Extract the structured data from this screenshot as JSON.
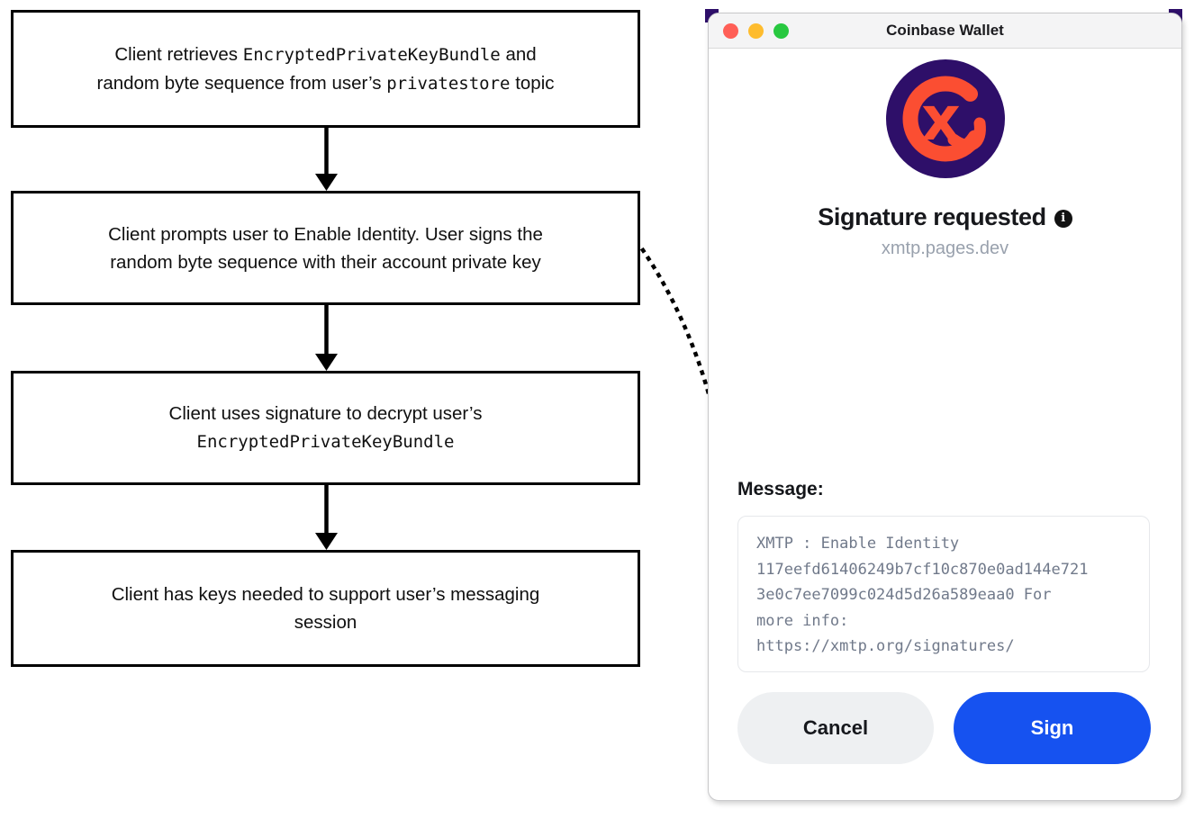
{
  "colors": {
    "accent_blue": "#1652f0",
    "logo_purple": "#2e0f69",
    "logo_orange": "#fb4e32",
    "tl_red": "#ff5f57",
    "tl_yellow": "#febc2e",
    "tl_green": "#28c840",
    "msg_gray": "#70798a",
    "flow_line": "#000000"
  },
  "flowchart": {
    "steps": [
      {
        "segments": [
          {
            "t": "Client retrieves "
          },
          {
            "t": "EncryptedPrivateKeyBundle",
            "code": true
          },
          {
            "t": " and"
          },
          {
            "br": true
          },
          {
            "t": "random byte sequence from user’s "
          },
          {
            "t": "privatestore",
            "code": true
          },
          {
            "t": " topic"
          }
        ]
      },
      {
        "segments": [
          {
            "t": "Client prompts user to Enable Identity. User signs the"
          },
          {
            "br": true
          },
          {
            "t": "random byte sequence with their account private key"
          }
        ]
      },
      {
        "segments": [
          {
            "t": "Client uses signature to decrypt user’s"
          },
          {
            "br": true
          },
          {
            "t": "EncryptedPrivateKeyBundle",
            "code": true
          }
        ]
      },
      {
        "segments": [
          {
            "t": "Client has keys needed to support user’s messaging"
          },
          {
            "br": true
          },
          {
            "t": "session"
          }
        ]
      }
    ]
  },
  "wallet": {
    "title": "Coinbase Wallet",
    "heading": "Signature requested",
    "info_icon_glyph": "i",
    "domain": "xmtp.pages.dev",
    "logo_glyph": "x",
    "message_label": "Message:",
    "message_text": "XMTP : Enable Identity\n117eefd61406249b7cf10c870e0ad144e721\n3e0c7ee7099c024d5d26a589eaa0 For\nmore info:\nhttps://xmtp.org/signatures/",
    "buttons": {
      "cancel": "Cancel",
      "sign": "Sign"
    }
  }
}
